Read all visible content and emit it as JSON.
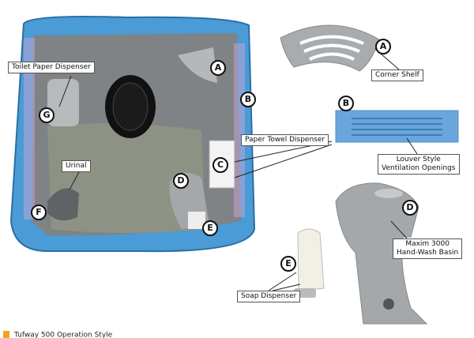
{
  "labels": {
    "toilet_paper": "Toilet Paper Dispenser",
    "paper_towel": "Paper Towel Dispenser",
    "urinal": "Urinal",
    "corner_shelf": "Corner Shelf",
    "louver_line1": "Louver Style",
    "louver_line2": "Ventilation Openings",
    "basin_line1": "Maxim 3000",
    "basin_line2": "Hand-Wash Basin",
    "soap": "Soap Dispenser"
  },
  "markers": {
    "a": "A",
    "b": "B",
    "c": "C",
    "d": "D",
    "e": "E",
    "f": "F",
    "g": "G"
  },
  "footer": "Tufway 500 Operation Style",
  "colors": {
    "unit_blue": "#4a9bd6",
    "interior_gray": "#8c8f90",
    "part_gray": "#a8abad"
  }
}
